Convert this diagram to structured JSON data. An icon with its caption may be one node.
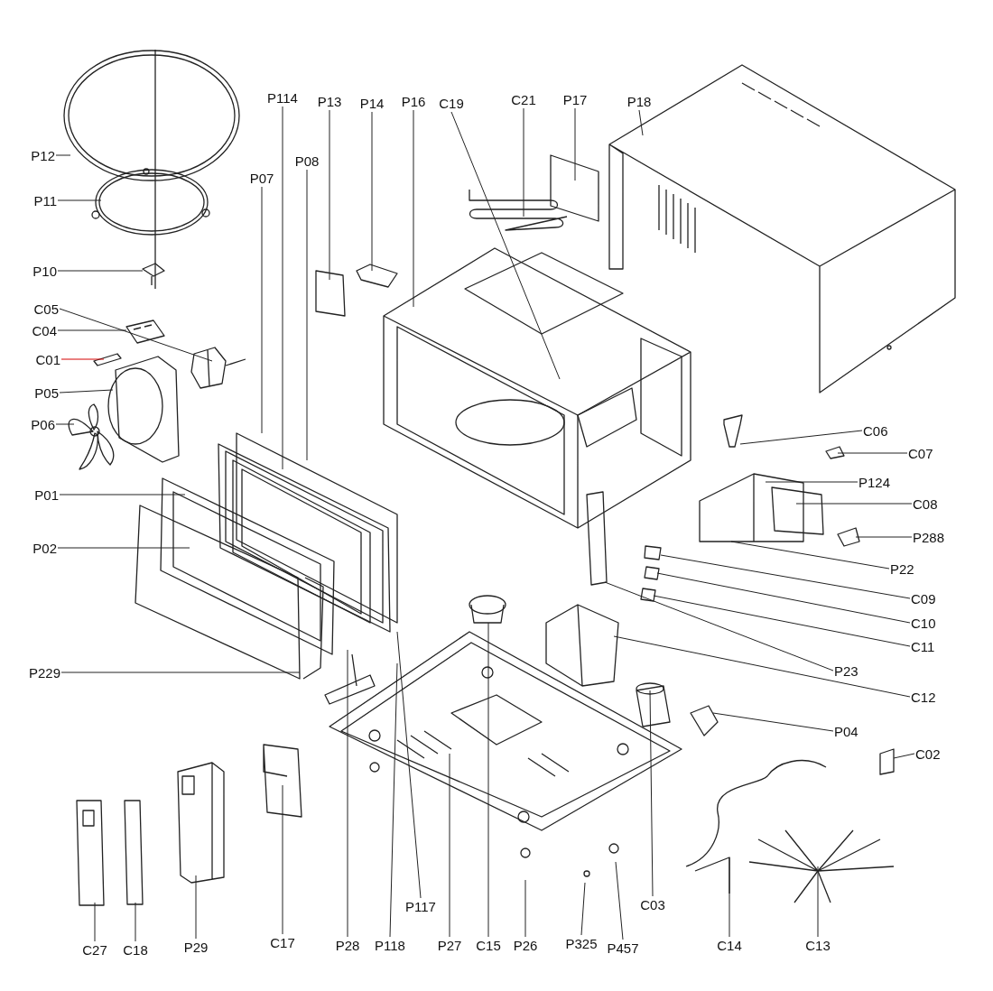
{
  "diagram": {
    "nodes": [
      {
        "text": [
          "P114"
        ]
      },
      {
        "text": [
          "P13"
        ]
      },
      {
        "text": [
          "P14"
        ]
      },
      {
        "text": [
          "P16"
        ]
      },
      {
        "text": [
          "C19"
        ]
      },
      {
        "text": [
          "C21"
        ]
      },
      {
        "text": [
          "P17"
        ]
      },
      {
        "text": [
          "P18"
        ]
      },
      {
        "text": [
          "P12"
        ]
      },
      {
        "text": [
          "P08"
        ]
      },
      {
        "text": [
          "P07"
        ]
      },
      {
        "text": [
          "P11"
        ]
      },
      {
        "text": [
          "P10"
        ]
      },
      {
        "text": [
          "C05"
        ]
      },
      {
        "text": [
          "C04"
        ]
      },
      {
        "text": [
          "C01"
        ]
      },
      {
        "text": [
          "P05"
        ]
      },
      {
        "text": [
          "P06"
        ]
      },
      {
        "text": [
          "C06"
        ]
      },
      {
        "text": [
          "C07"
        ]
      },
      {
        "text": [
          "P124"
        ]
      },
      {
        "text": [
          "P01"
        ]
      },
      {
        "text": [
          "C08"
        ]
      },
      {
        "text": [
          "P288"
        ]
      },
      {
        "text": [
          "P02"
        ]
      },
      {
        "text": [
          "P22"
        ]
      },
      {
        "text": [
          "C09"
        ]
      },
      {
        "text": [
          "C10"
        ]
      },
      {
        "text": [
          "C11"
        ]
      },
      {
        "text": [
          "P23"
        ]
      },
      {
        "text": [
          "P229"
        ]
      },
      {
        "text": [
          "C12"
        ]
      },
      {
        "text": [
          "P04"
        ]
      },
      {
        "text": [
          "C02"
        ]
      },
      {
        "text": [
          "P117"
        ]
      },
      {
        "text": [
          "C03"
        ]
      },
      {
        "text": [
          "C27"
        ]
      },
      {
        "text": [
          "C18"
        ]
      },
      {
        "text": [
          "P29"
        ]
      },
      {
        "text": [
          "C17"
        ]
      },
      {
        "text": [
          "P28"
        ]
      },
      {
        "text": [
          "P118"
        ]
      },
      {
        "text": [
          "P27"
        ]
      },
      {
        "text": [
          "C15"
        ]
      },
      {
        "text": [
          "P26"
        ]
      },
      {
        "text": [
          "P325"
        ]
      },
      {
        "text": [
          "P457"
        ]
      },
      {
        "text": [
          "C14"
        ]
      },
      {
        "text": [
          "C13"
        ]
      }
    ],
    "edges": [
      {
        "from": 0,
        "to": null,
        "arrow": "none"
      },
      {
        "from": 1,
        "to": null,
        "arrow": "none"
      },
      {
        "from": 2,
        "to": null,
        "arrow": "none"
      },
      {
        "from": 3,
        "to": null,
        "arrow": "none"
      },
      {
        "from": 4,
        "to": null,
        "arrow": "none"
      },
      {
        "from": 5,
        "to": null,
        "arrow": "none"
      },
      {
        "from": 6,
        "to": null,
        "arrow": "none"
      },
      {
        "from": 7,
        "to": null,
        "arrow": "none"
      },
      {
        "from": 8,
        "to": null,
        "arrow": "none"
      },
      {
        "from": 9,
        "to": null,
        "arrow": "none"
      },
      {
        "from": 10,
        "to": null,
        "arrow": "none"
      },
      {
        "from": 11,
        "to": null,
        "arrow": "none"
      },
      {
        "from": 12,
        "to": null,
        "arrow": "none"
      },
      {
        "from": 13,
        "to": null,
        "arrow": "none"
      },
      {
        "from": 14,
        "to": null,
        "arrow": "none"
      },
      {
        "from": 15,
        "to": null,
        "arrow": "none",
        "color": "#d40000"
      },
      {
        "from": 16,
        "to": null,
        "arrow": "none"
      },
      {
        "from": 17,
        "to": null,
        "arrow": "none"
      },
      {
        "from": 18,
        "to": null,
        "arrow": "none"
      },
      {
        "from": 19,
        "to": null,
        "arrow": "none"
      },
      {
        "from": 20,
        "to": null,
        "arrow": "none"
      },
      {
        "from": 21,
        "to": null,
        "arrow": "none"
      },
      {
        "from": 22,
        "to": null,
        "arrow": "none"
      },
      {
        "from": 23,
        "to": null,
        "arrow": "none"
      },
      {
        "from": 24,
        "to": null,
        "arrow": "none"
      },
      {
        "from": 25,
        "to": null,
        "arrow": "none"
      },
      {
        "from": 26,
        "to": null,
        "arrow": "none"
      },
      {
        "from": 27,
        "to": null,
        "arrow": "none"
      },
      {
        "from": 28,
        "to": null,
        "arrow": "none"
      },
      {
        "from": 29,
        "to": null,
        "arrow": "none"
      },
      {
        "from": 30,
        "to": null,
        "arrow": "none"
      },
      {
        "from": 31,
        "to": null,
        "arrow": "none"
      },
      {
        "from": 32,
        "to": null,
        "arrow": "none"
      },
      {
        "from": 33,
        "to": null,
        "arrow": "none"
      },
      {
        "from": 34,
        "to": null,
        "arrow": "none"
      },
      {
        "from": 35,
        "to": null,
        "arrow": "none"
      },
      {
        "from": 36,
        "to": null,
        "arrow": "none"
      },
      {
        "from": 37,
        "to": null,
        "arrow": "none"
      },
      {
        "from": 38,
        "to": null,
        "arrow": "none"
      },
      {
        "from": 39,
        "to": null,
        "arrow": "none"
      },
      {
        "from": 40,
        "to": null,
        "arrow": "none"
      },
      {
        "from": 41,
        "to": null,
        "arrow": "none"
      },
      {
        "from": 42,
        "to": null,
        "arrow": "none"
      },
      {
        "from": 43,
        "to": null,
        "arrow": "none"
      },
      {
        "from": 44,
        "to": null,
        "arrow": "none"
      },
      {
        "from": 45,
        "to": null,
        "arrow": "none"
      },
      {
        "from": 46,
        "to": null,
        "arrow": "none"
      },
      {
        "from": 47,
        "to": null,
        "arrow": "none"
      },
      {
        "from": 48,
        "to": null,
        "arrow": "none"
      }
    ]
  }
}
